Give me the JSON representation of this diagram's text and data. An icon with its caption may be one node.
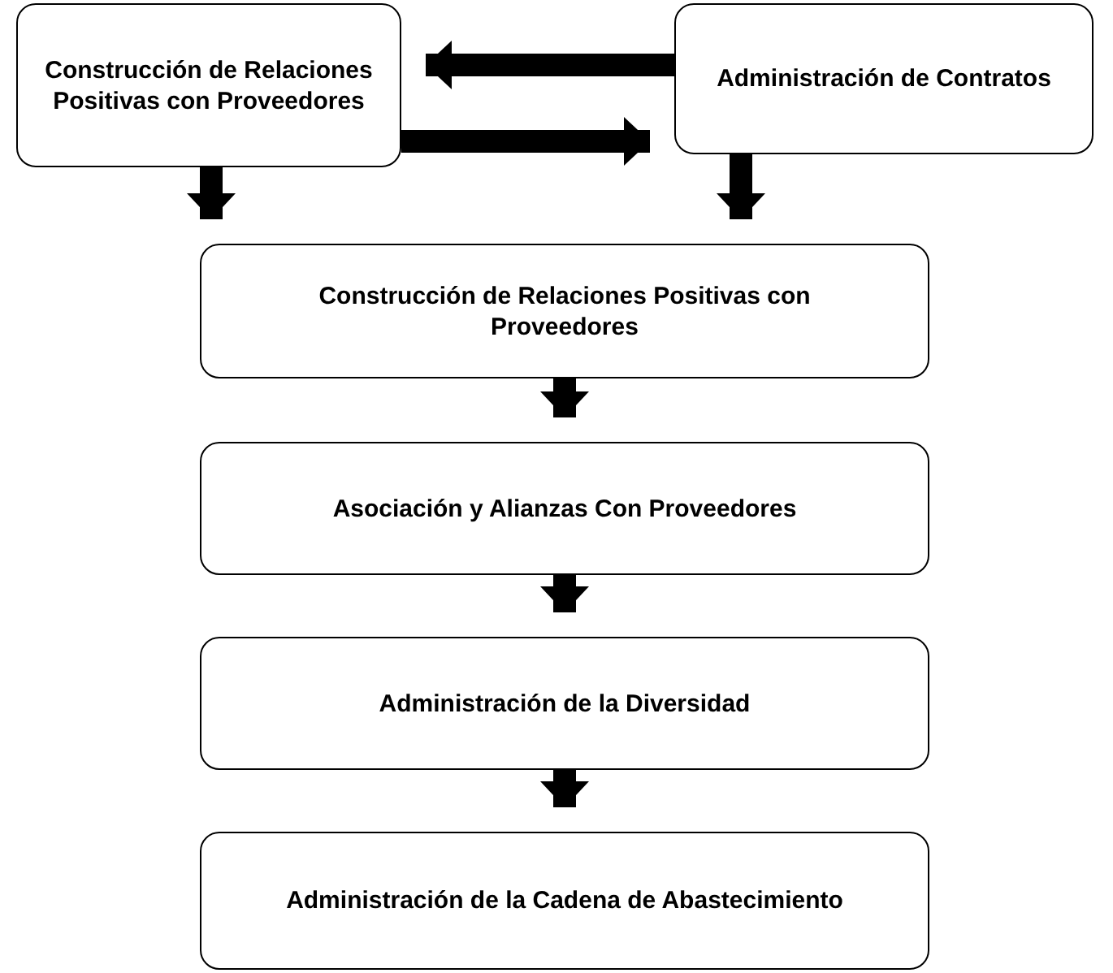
{
  "diagram": {
    "nodes": [
      {
        "text": [
          "Construcción de Relaciones Positivas con Proveedores"
        ]
      },
      {
        "text": [
          "Administración de Contratos"
        ]
      },
      {
        "text": [
          "Construcción de Relaciones Positivas con Proveedores"
        ]
      },
      {
        "text": [
          "Asociación y Alianzas Con Proveedores"
        ]
      },
      {
        "text": [
          "Administración de la Diversidad"
        ]
      },
      {
        "text": [
          "Administración de la Cadena de Abastecimiento"
        ]
      }
    ],
    "edges": [
      {
        "from": 1,
        "to": 0,
        "arrow": "to"
      },
      {
        "from": 0,
        "to": 1,
        "arrow": "to"
      },
      {
        "from": 0,
        "to": 2,
        "arrow": "to"
      },
      {
        "from": 1,
        "to": 2,
        "arrow": "to"
      },
      {
        "from": 2,
        "to": 3,
        "arrow": "to"
      },
      {
        "from": 3,
        "to": 4,
        "arrow": "to"
      },
      {
        "from": 4,
        "to": 5,
        "arrow": "to"
      }
    ]
  }
}
